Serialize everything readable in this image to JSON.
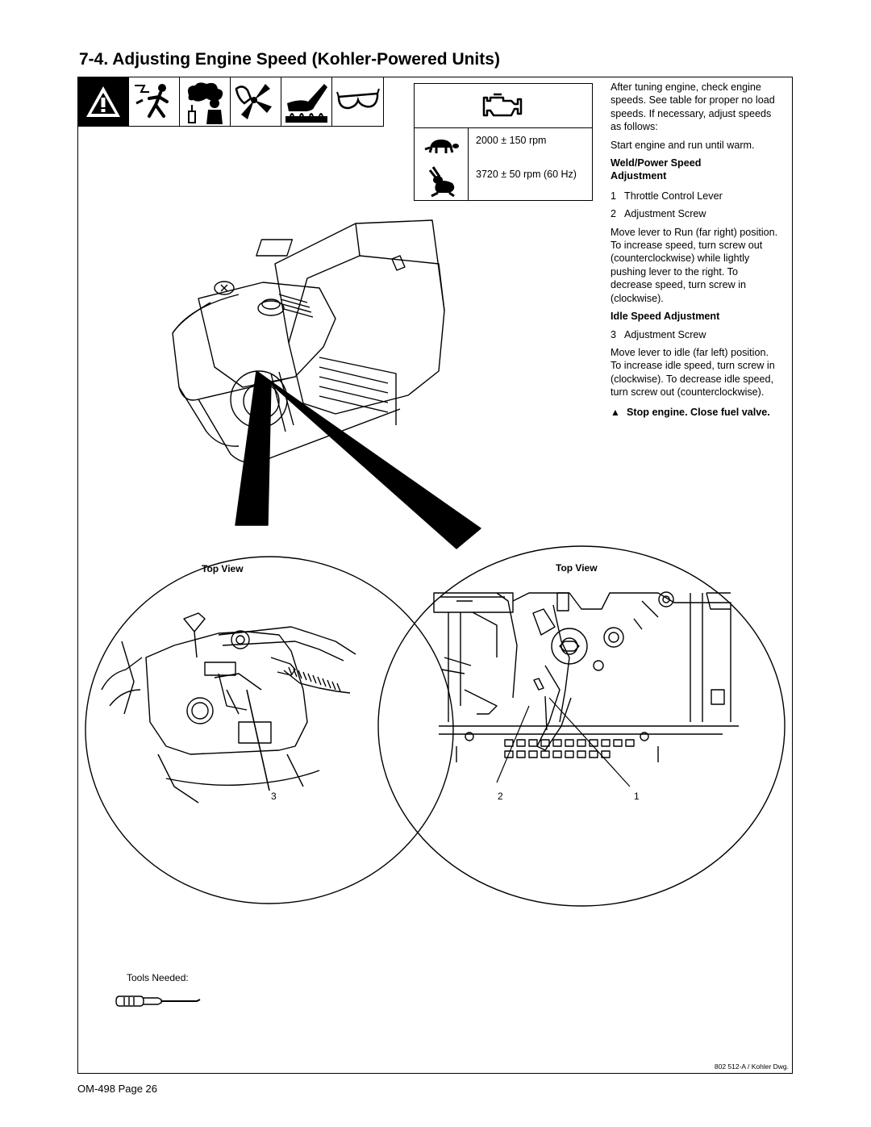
{
  "title": "7-4.   Adjusting Engine Speed (Kohler-Powered Units)",
  "hazard_icons": [
    "warning-icon",
    "electric-shock-icon",
    "exhaust-fumes-icon",
    "moving-parts-icon",
    "hot-parts-icon",
    "safety-glasses-icon"
  ],
  "speed_table": {
    "idle": "2000 ± 150 rpm",
    "run": "3720 ± 50 rpm (60 Hz)"
  },
  "instructions": {
    "intro": "After tuning engine, check engine speeds. See table for proper no load speeds. If necessary, adjust speeds as follows:",
    "start": "Start engine and run until warm.",
    "weld_heading": "Weld/Power Speed Adjustment",
    "weld_items": [
      {
        "num": "1",
        "text": "Throttle Control Lever"
      },
      {
        "num": "2",
        "text": "Adjustment Screw"
      }
    ],
    "weld_text": "Move lever to Run (far right) position. To increase speed, turn screw out (counterclockwise) while lightly pushing lever to the right. To decrease speed, turn screw in (clockwise).",
    "idle_heading": "Idle Speed Adjustment",
    "idle_items": [
      {
        "num": "3",
        "text": "Adjustment Screw"
      }
    ],
    "idle_text": "Move lever to idle (far left) position. To increase idle speed, turn screw in (clockwise). To decrease idle speed, turn screw out (counterclockwise).",
    "warning": "Stop engine. Close fuel valve."
  },
  "illustration": {
    "left_view_label": "Top View",
    "right_view_label": "Top View",
    "callout_3": "3",
    "callout_2": "2",
    "callout_1": "1",
    "tools_label": "Tools Needed:"
  },
  "drawing_ref": "802 512-A / Kohler Dwg.",
  "footer": "OM-498 Page 26"
}
